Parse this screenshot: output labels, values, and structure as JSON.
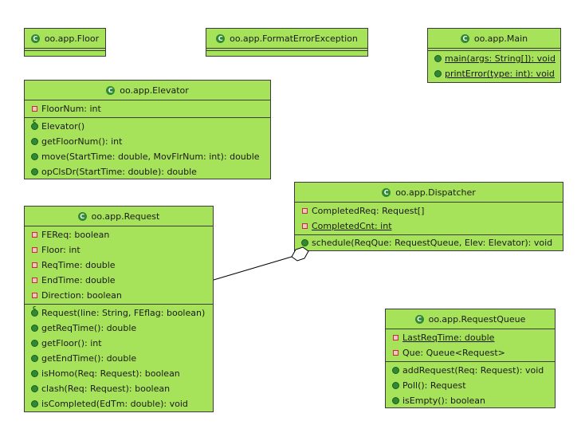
{
  "classes": {
    "floor": {
      "name": "oo.app.Floor"
    },
    "format_error": {
      "name": "oo.app.FormatErrorException"
    },
    "main": {
      "name": "oo.app.Main",
      "methods": [
        "main(args: String[]): void",
        "printError(type: int): void"
      ]
    },
    "elevator": {
      "name": "oo.app.Elevator",
      "attributes": [
        "FloorNum: int"
      ],
      "methods": [
        "Elevator()",
        "getFloorNum(): int",
        "move(StartTime: double, MovFlrNum: int): double",
        "opClsDr(StartTime: double): double"
      ]
    },
    "dispatcher": {
      "name": "oo.app.Dispatcher",
      "attributes": [
        "CompletedReq: Request[]",
        "CompletedCnt: int"
      ],
      "methods": [
        "schedule(ReqQue: RequestQueue, Elev: Elevator): void"
      ]
    },
    "request": {
      "name": "oo.app.Request",
      "attributes": [
        "FEReq: boolean",
        "Floor: int",
        "ReqTime: double",
        "EndTime: double",
        "Direction: boolean"
      ],
      "methods": [
        "Request(line: String, FEflag: boolean)",
        "getReqTime(): double",
        "getFloor(): int",
        "getEndTime(): double",
        "isHomo(Req: Request): boolean",
        "clash(Req: Request): boolean",
        "isCompleted(EdTm: double): void"
      ]
    },
    "request_queue": {
      "name": "oo.app.RequestQueue",
      "attributes": [
        "LastReqTime: double",
        "Que: Queue<Request>"
      ],
      "methods": [
        "addRequest(Req: Request): void",
        "Poll(): Request",
        "isEmpty(): boolean"
      ]
    }
  },
  "icons": {
    "class": "class-icon",
    "private": "private-field-icon",
    "public": "public-method-icon",
    "constructor": "constructor-icon"
  },
  "colors": {
    "class_fill": "#a7e35a",
    "border": "#3c3c3c",
    "public": "#2f8a33",
    "private": "#c03030"
  }
}
